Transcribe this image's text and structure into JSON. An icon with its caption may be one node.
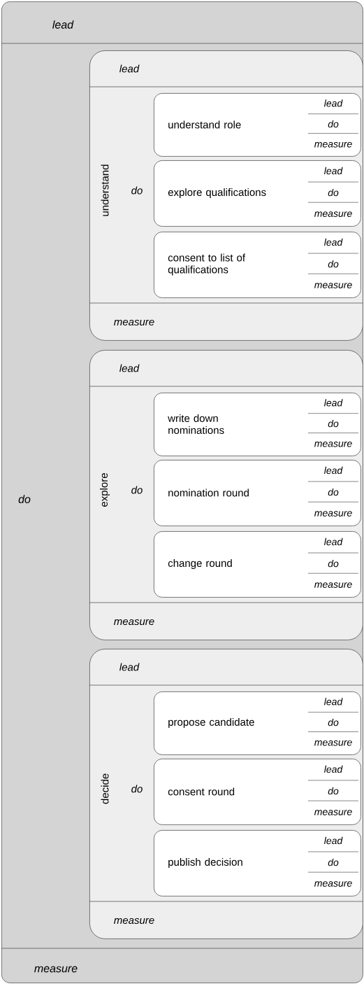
{
  "diagram": {
    "nodes": [
      {
        "text": [
          "lead",
          "do",
          "measure"
        ]
      },
      {
        "text": [
          "lead",
          "understand",
          "do",
          "measure"
        ],
        "in": 0
      },
      {
        "text": [
          "understand role",
          "lead",
          "do",
          "measure"
        ],
        "in": 1
      },
      {
        "text": [
          "explore qualifications",
          "lead",
          "do",
          "measure"
        ],
        "in": 1
      },
      {
        "text": [
          "consent to list of qualifications",
          "lead",
          "do",
          "measure"
        ],
        "in": 1
      },
      {
        "text": [
          "lead",
          "explore",
          "do",
          "measure"
        ],
        "in": 0
      },
      {
        "text": [
          "write down nominations",
          "lead",
          "do",
          "measure"
        ],
        "in": 5
      },
      {
        "text": [
          "nomination round",
          "lead",
          "do",
          "measure"
        ],
        "in": 5
      },
      {
        "text": [
          "change round",
          "lead",
          "do",
          "measure"
        ],
        "in": 5
      },
      {
        "text": [
          "lead",
          "decide",
          "do",
          "measure"
        ],
        "in": 0
      },
      {
        "text": [
          "propose candidate",
          "lead",
          "do",
          "measure"
        ],
        "in": 9
      },
      {
        "text": [
          "consent round",
          "lead",
          "do",
          "measure"
        ],
        "in": 9
      },
      {
        "text": [
          "publish decision",
          "lead",
          "do",
          "measure"
        ],
        "in": 9
      }
    ]
  }
}
